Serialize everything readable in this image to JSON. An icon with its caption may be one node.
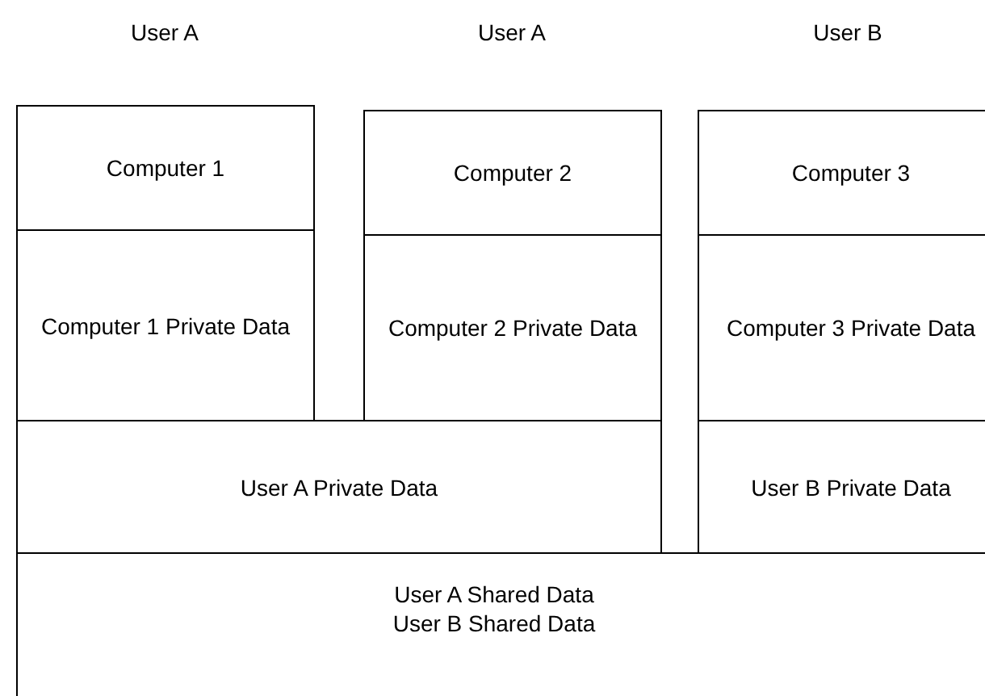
{
  "diagram": {
    "nodes": [
      {
        "text": [
          "Computer 1"
        ]
      },
      {
        "text": [
          "Computer 1 Private Data"
        ]
      },
      {
        "text": [
          "Computer 2"
        ]
      },
      {
        "text": [
          "Computer 2 Private Data"
        ]
      },
      {
        "text": [
          "Computer 3"
        ]
      },
      {
        "text": [
          "Computer 3 Private Data"
        ]
      },
      {
        "text": [
          "User A Private Data"
        ]
      },
      {
        "text": [
          "User B Private Data"
        ]
      },
      {
        "text": [
          "User A Shared Data",
          "User B Shared Data"
        ]
      }
    ],
    "labels": [
      "User A",
      "User A",
      "User B"
    ]
  }
}
